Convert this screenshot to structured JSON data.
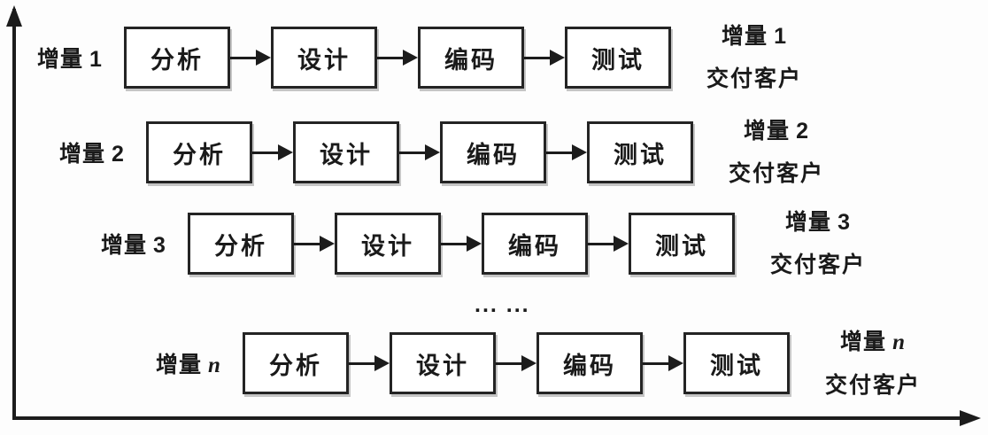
{
  "colors": {
    "ink": "#1c1c1c",
    "box_background": "#ffffff",
    "page_background": "#fdfdfd"
  },
  "ellipsis": "... ...",
  "rows": [
    {
      "label_prefix": "增量",
      "label_var": "1",
      "steps": [
        "分析",
        "设计",
        "编码",
        "测试"
      ],
      "delivery_prefix": "增量",
      "delivery_var": "1",
      "delivery_line2": "交付客户"
    },
    {
      "label_prefix": "增量",
      "label_var": "2",
      "steps": [
        "分析",
        "设计",
        "编码",
        "测试"
      ],
      "delivery_prefix": "增量",
      "delivery_var": "2",
      "delivery_line2": "交付客户"
    },
    {
      "label_prefix": "增量",
      "label_var": "3",
      "steps": [
        "分析",
        "设计",
        "编码",
        "测试"
      ],
      "delivery_prefix": "增量",
      "delivery_var": "3",
      "delivery_line2": "交付客户"
    },
    {
      "label_prefix": "增量",
      "label_var": "n",
      "steps": [
        "分析",
        "设计",
        "编码",
        "测试"
      ],
      "delivery_prefix": "增量",
      "delivery_var": "n",
      "delivery_line2": "交付客户"
    }
  ]
}
